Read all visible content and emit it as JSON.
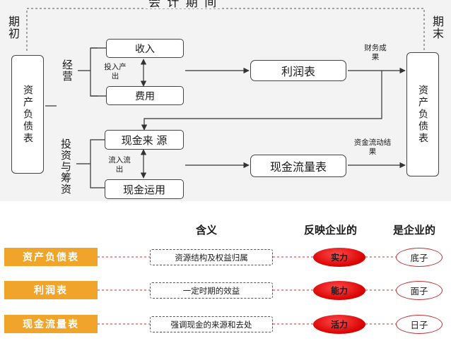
{
  "diagram": {
    "period_title": "会 计 期 间",
    "period_start": "期初",
    "period_end": "期末",
    "balance_sheet_left": "资产负债表",
    "balance_sheet_right": "资产负债表",
    "operations_label": "经营",
    "income": "收入",
    "expense": "费用",
    "input_output": "投入产出",
    "income_statement": "利润表",
    "financial_result": "财务成果",
    "investing_financing_label": "投资与筹资",
    "cash_source": "现金来 源",
    "cash_use": "现金运用",
    "inflow_outflow": "流入流出",
    "cash_flow_statement": "现金流量表",
    "cash_flow_result": "资金流动结果"
  },
  "table": {
    "header_meaning": "含义",
    "header_reflects": "反映企业的",
    "header_is": "是企业的",
    "rows": [
      {
        "name": "资产负债表",
        "meaning": "资源结构及权益归属",
        "reflects": "实力",
        "is": "底子"
      },
      {
        "name": "利润表",
        "meaning": "一定时期的效益",
        "reflects": "能力",
        "is": "面子"
      },
      {
        "name": "现金流量表",
        "meaning": "强调现金的来源和去处",
        "reflects": "活力",
        "is": "日子"
      }
    ]
  },
  "colors": {
    "orange": "#f0a42a",
    "red": "#d80000",
    "dashed_line": "#c23030"
  }
}
